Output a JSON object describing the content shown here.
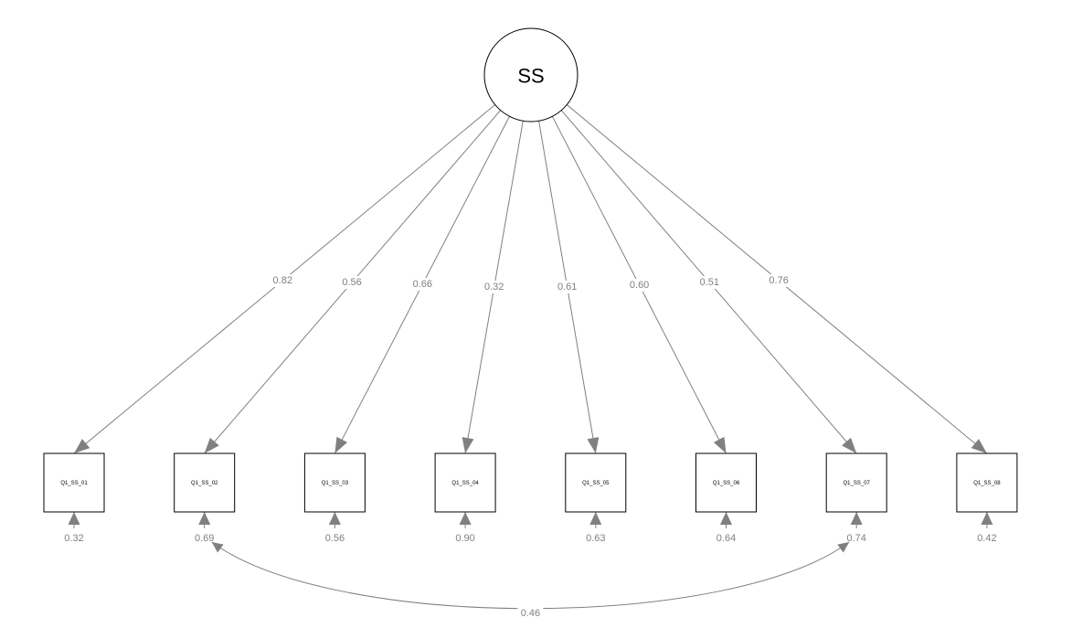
{
  "latent": {
    "name": "SS"
  },
  "indicators": [
    {
      "name": "Q1_SS_01",
      "loading": "0.82",
      "residual": "0.32"
    },
    {
      "name": "Q1_SS_02",
      "loading": "0.56",
      "residual": "0.69"
    },
    {
      "name": "Q1_SS_03",
      "loading": "0.66",
      "residual": "0.56"
    },
    {
      "name": "Q1_SS_04",
      "loading": "0.32",
      "residual": "0.90"
    },
    {
      "name": "Q1_SS_05",
      "loading": "0.61",
      "residual": "0.63"
    },
    {
      "name": "Q1_SS_06",
      "loading": "0.60",
      "residual": "0.64"
    },
    {
      "name": "Q1_SS_07",
      "loading": "0.51",
      "residual": "0.74"
    },
    {
      "name": "Q1_SS_08",
      "loading": "0.76",
      "residual": "0.42"
    }
  ],
  "covariance": {
    "from": "Q1_SS_02",
    "to": "Q1_SS_07",
    "value": "0.46"
  },
  "colors": {
    "path": "#808080",
    "node_stroke": "#000000",
    "background": "#ffffff"
  }
}
